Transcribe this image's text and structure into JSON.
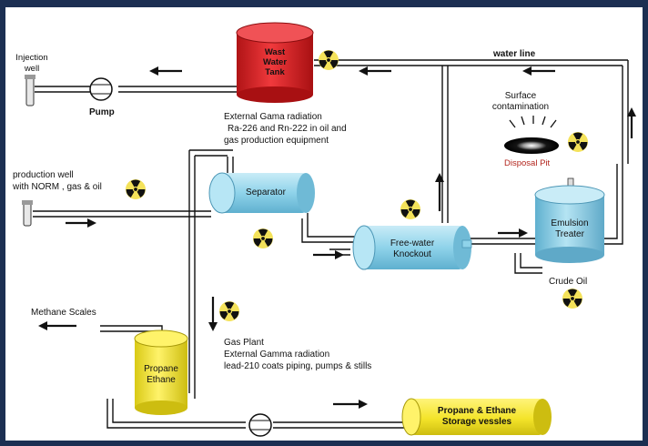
{
  "labels": {
    "injection_well": [
      "Injection",
      "well"
    ],
    "pump": "Pump",
    "wast_water_tank": [
      "Wast",
      "Water",
      "Tank"
    ],
    "water_line": "water line",
    "external_gama": [
      "External Gama radiation",
      "Ra-226 and Rn-222 in oil and",
      "gas production equipment"
    ],
    "surface_contamination": [
      "Surface",
      "contamination"
    ],
    "disposal_pit": "Disposal Pit",
    "production_well": [
      "production well",
      "with NORM , gas & oil"
    ],
    "separator": "Separator",
    "free_water_knockout": [
      "Free-water",
      "Knockout"
    ],
    "emulsion_treater": [
      "Emulsion",
      "Treater"
    ],
    "crude_oil": "Crude Oil",
    "methane_scales": "Methane Scales",
    "gas_plant": [
      "Gas Plant",
      "External Gamma radiation",
      "lead-210 coats piping, pumps & stills"
    ],
    "propane_ethane": [
      "Propane",
      "Ethane"
    ],
    "storage_vessels": [
      "Propane & Ethane",
      "Storage vessles"
    ]
  },
  "colors": {
    "background": "#1c2f52",
    "tank_red": "#e8262a",
    "vessel_blue": "#8fd3ea",
    "vessel_yellow": "#f7ec32",
    "pipe": "#111111",
    "radiation_yellow": "#f4e25a"
  },
  "icons": [
    "radiation-icon",
    "flow-arrow-icon",
    "pump-icon",
    "well-valve-icon"
  ]
}
